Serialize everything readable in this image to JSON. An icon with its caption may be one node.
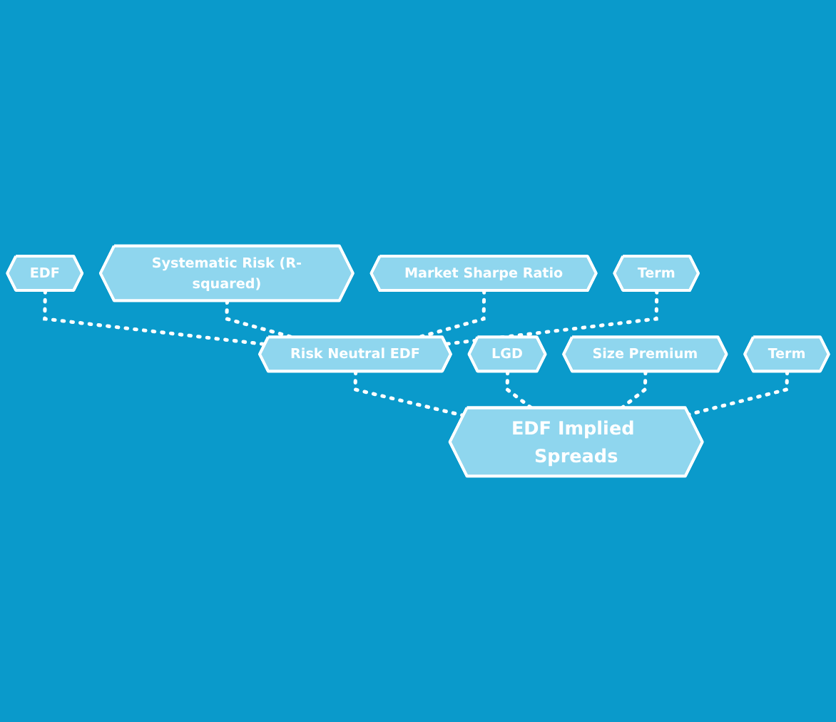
{
  "diagram": {
    "nodes": [
      {
        "text": [
          "EDF"
        ]
      },
      {
        "text": [
          "Systematic Risk (R-squared)"
        ]
      },
      {
        "text": [
          "Market Sharpe Ratio"
        ]
      },
      {
        "text": [
          "Term"
        ]
      },
      {
        "text": [
          "Risk Neutral EDF"
        ]
      },
      {
        "text": [
          "LGD"
        ]
      },
      {
        "text": [
          "Size Premium"
        ]
      },
      {
        "text": [
          "Term"
        ]
      },
      {
        "text": [
          "EDF Implied Spreads"
        ]
      }
    ],
    "edges": [
      {
        "from": 0,
        "to": 4,
        "arrow": "none",
        "style": "dashed"
      },
      {
        "from": 1,
        "to": 4,
        "arrow": "none",
        "style": "dashed"
      },
      {
        "from": 2,
        "to": 4,
        "arrow": "none",
        "style": "dashed"
      },
      {
        "from": 3,
        "to": 4,
        "arrow": "none",
        "style": "dashed"
      },
      {
        "from": 4,
        "to": 8,
        "arrow": "none",
        "style": "dashed"
      },
      {
        "from": 5,
        "to": 8,
        "arrow": "none",
        "style": "dashed"
      },
      {
        "from": 6,
        "to": 8,
        "arrow": "none",
        "style": "dashed"
      },
      {
        "from": 7,
        "to": 8,
        "arrow": "none",
        "style": "dashed"
      }
    ]
  }
}
